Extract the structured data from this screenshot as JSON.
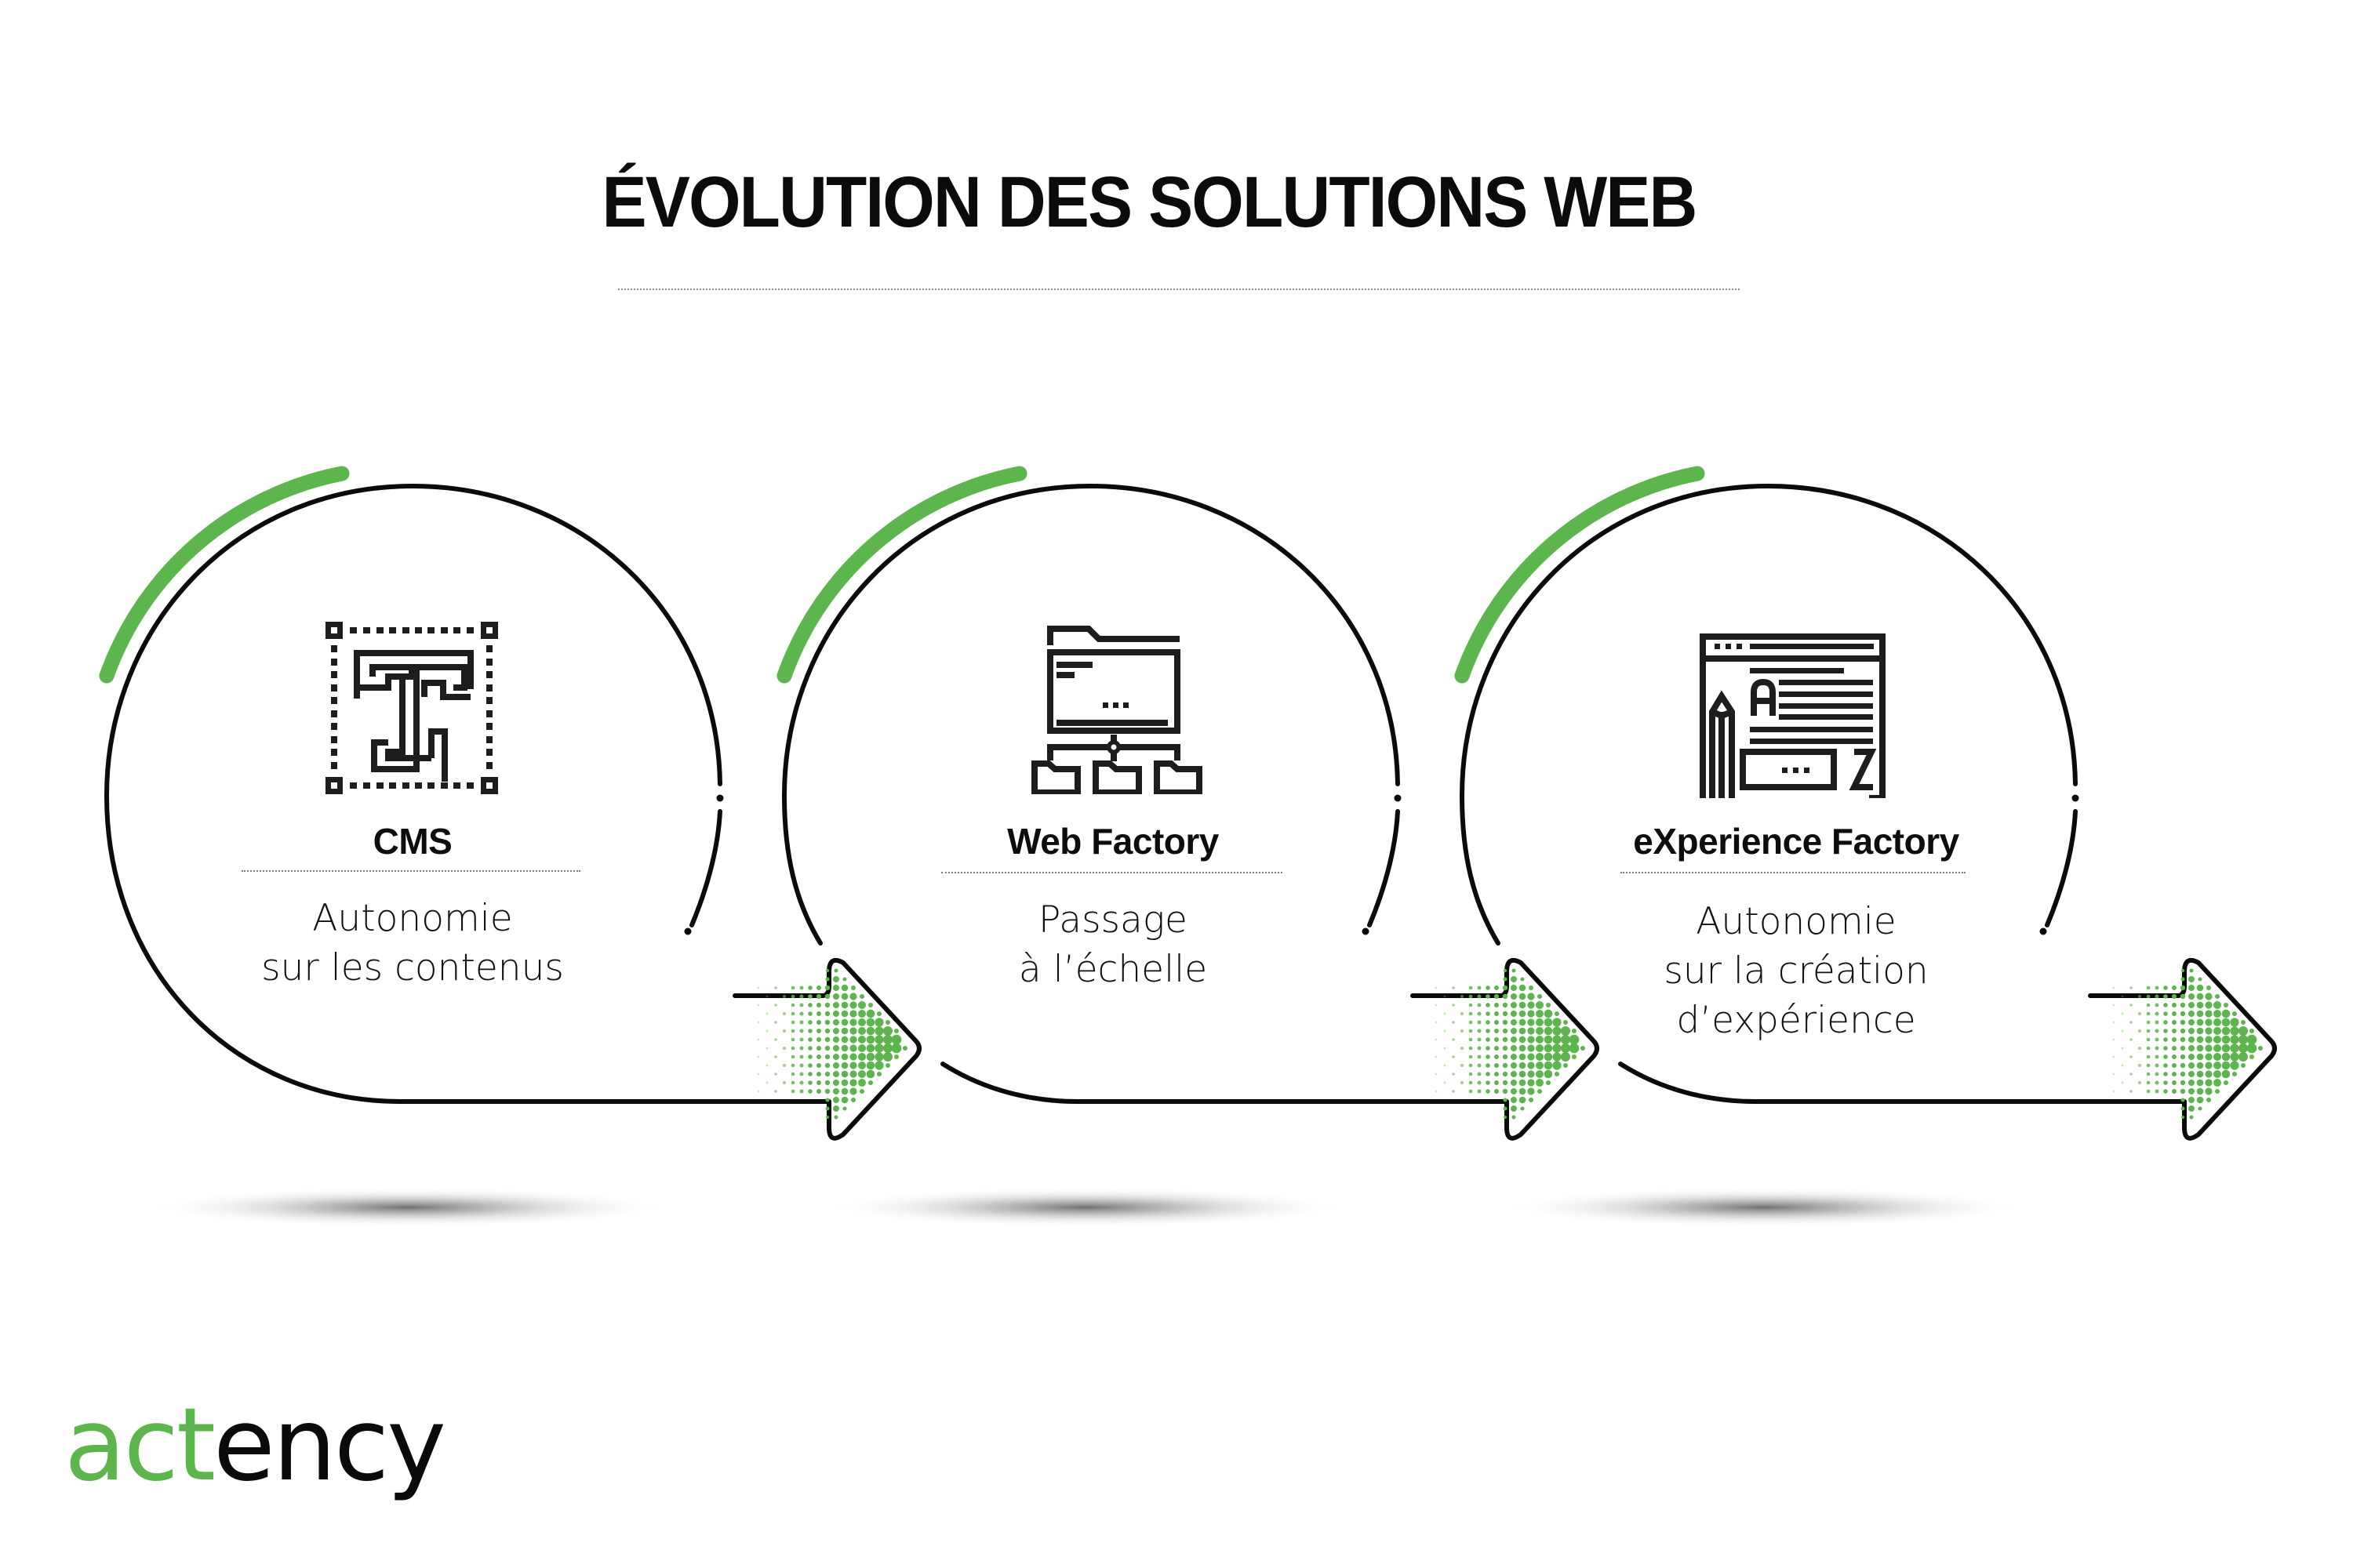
{
  "title": "ÉVOLUTION DES SOLUTIONS WEB",
  "colors": {
    "accent_green": "#5cb54d",
    "line_black": "#0b0b0b",
    "divider_gray": "#8a8a8a"
  },
  "stages": [
    {
      "label": "CMS",
      "icon": "text-tool-icon",
      "description": [
        "Autonomie",
        "sur les contenus"
      ]
    },
    {
      "label": "Web Factory",
      "icon": "folder-hierarchy-icon",
      "description": [
        "Passage",
        "à l’échelle"
      ]
    },
    {
      "label": "eXperience Factory",
      "icon": "web-design-layout-icon",
      "description": [
        "Autonomie",
        "sur la création",
        "d’expérience"
      ]
    }
  ],
  "logo": {
    "part1": "act",
    "part2": "ency"
  }
}
